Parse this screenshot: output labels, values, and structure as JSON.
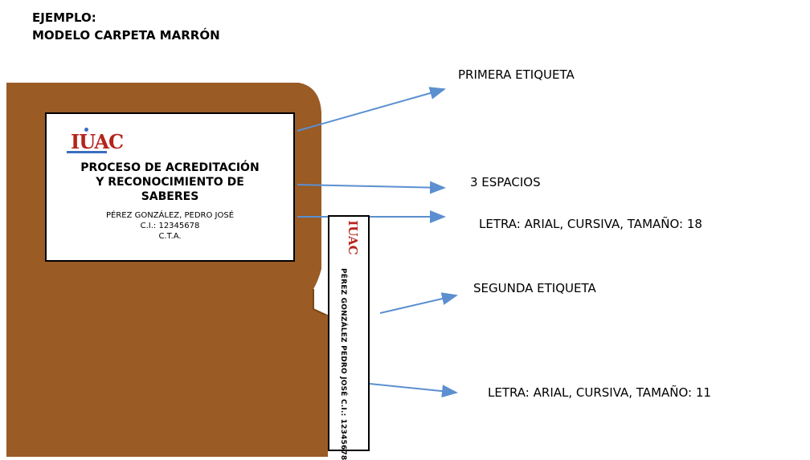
{
  "heading": {
    "line1": "EJEMPLO:",
    "line2": "MODELO CARPETA MARRÓN"
  },
  "colors": {
    "folder": "#9a5b25",
    "arrow": "#5b8fd0",
    "logo_red": "#b5241c"
  },
  "label_one": {
    "logo": "IUAC",
    "title": [
      "PROCESO DE ACREDITACIÓN",
      "Y RECONOCIMIENTO DE",
      "SABERES"
    ],
    "name": "PÉREZ GONZÁLEZ, PEDRO JOSÉ",
    "ci": "C.I.: 12345678",
    "area": "C.T.A."
  },
  "label_two": {
    "logo": "IUAC",
    "text": "PÉREZ GONZÁLEZ PEDRO JOSÉ C.I.: 12345678"
  },
  "annotations": {
    "first_label": "PRIMERA ETIQUETA",
    "spacing": "3 ESPACIOS",
    "font_first": "LETRA: ARIAL, CURSIVA, TAMAÑO: 18",
    "second_label": "SEGUNDA ETIQUETA",
    "font_second": "LETRA: ARIAL, CURSIVA, TAMAÑO: 11"
  }
}
